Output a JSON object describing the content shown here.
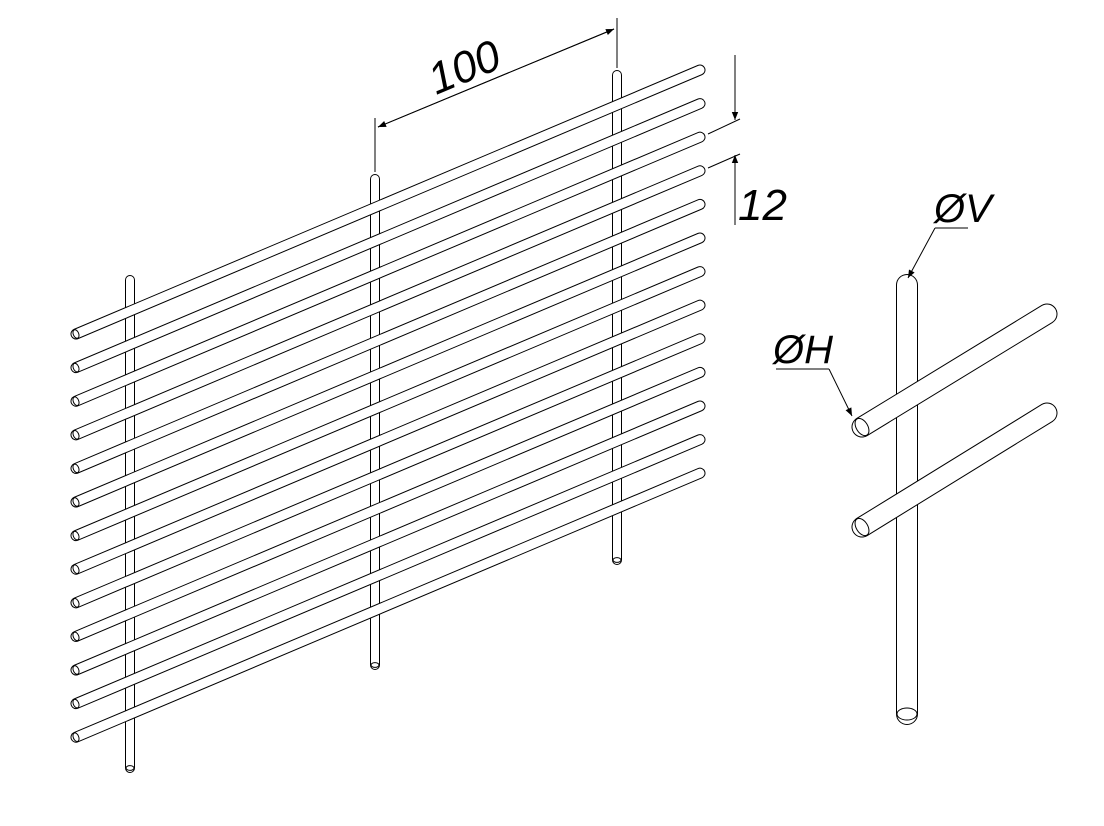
{
  "dimensions": {
    "spacing_vertical_rods": "100",
    "spacing_horizontal_rods": "12"
  },
  "detail": {
    "vertical_rod_diameter_label": "ØV",
    "horizontal_rod_diameter_label": "ØH"
  },
  "colors": {
    "line": "#000000",
    "fill": "#ffffff"
  }
}
